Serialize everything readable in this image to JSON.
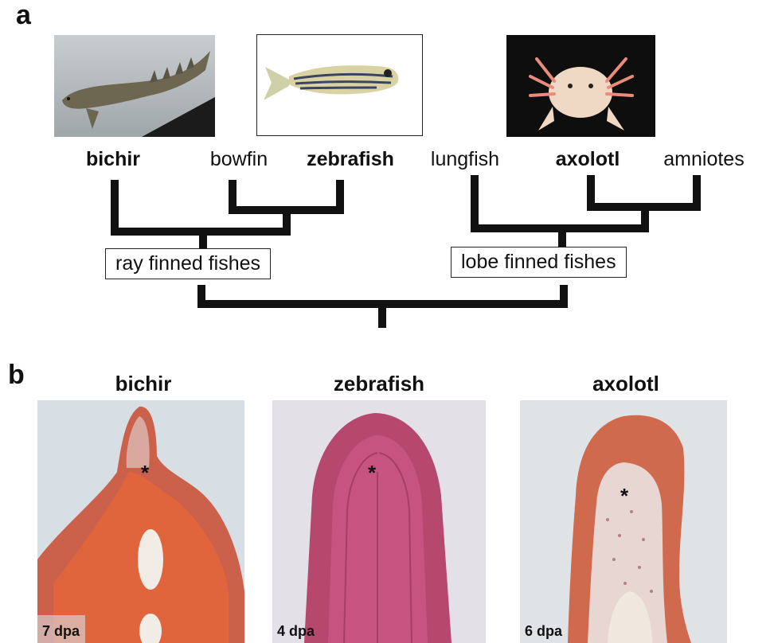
{
  "panels": {
    "a": "a",
    "b": "b"
  },
  "species": [
    {
      "label": "bichir",
      "bold": true
    },
    {
      "label": "bowfin",
      "bold": false
    },
    {
      "label": "zebrafish",
      "bold": true
    },
    {
      "label": "lungfish",
      "bold": false
    },
    {
      "label": "axolotl",
      "bold": true
    },
    {
      "label": "amniotes",
      "bold": false
    }
  ],
  "groups": {
    "ray": "ray finned fishes",
    "lobe": "lobe finned fishes"
  },
  "sections": [
    {
      "title": "bichir",
      "dpa": "7 dpa"
    },
    {
      "title": "zebrafish",
      "dpa": "4 dpa"
    },
    {
      "title": "axolotl",
      "dpa": "6 dpa"
    }
  ],
  "asterisk": "*"
}
